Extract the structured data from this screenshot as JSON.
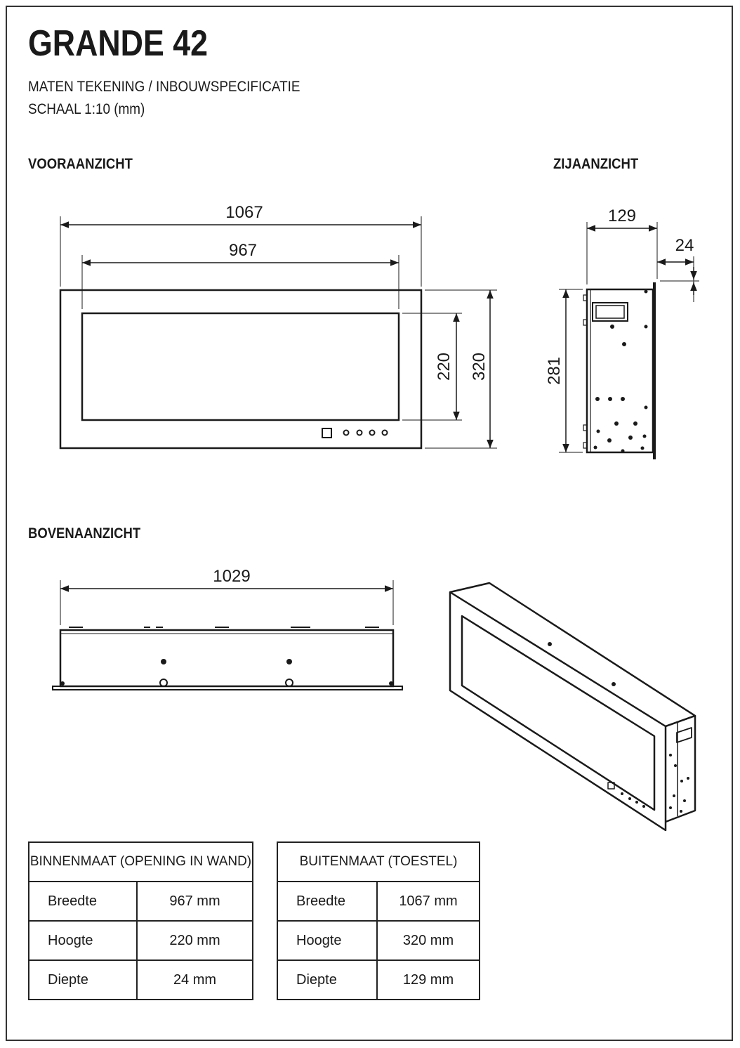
{
  "title": "GRANDE 42",
  "subtitle_line1": "MATEN TEKENING / INBOUWSPECIFICATIE",
  "subtitle_line2": "SCHAAL 1:10 (mm)",
  "views": {
    "front": "VOORAANZICHT",
    "side": "ZIJAANZICHT",
    "top": "BOVENAANZICHT"
  },
  "dimensions": {
    "front_outer_width": "1067",
    "front_inner_width": "967",
    "front_inner_height": "220",
    "front_outer_height": "320",
    "side_depth": "129",
    "side_frame": "24",
    "side_height": "281",
    "top_width": "1029"
  },
  "tables": {
    "inner": {
      "header": "BINNENMAAT (OPENING IN WAND)",
      "rows": [
        {
          "label": "Breedte",
          "value": "967 mm"
        },
        {
          "label": "Hoogte",
          "value": "220 mm"
        },
        {
          "label": "Diepte",
          "value": "24 mm"
        }
      ]
    },
    "outer": {
      "header": "BUITENMAAT (TOESTEL)",
      "rows": [
        {
          "label": "Breedte",
          "value": "1067 mm"
        },
        {
          "label": "Hoogte",
          "value": "320 mm"
        },
        {
          "label": "Diepte",
          "value": "129 mm"
        }
      ]
    }
  }
}
